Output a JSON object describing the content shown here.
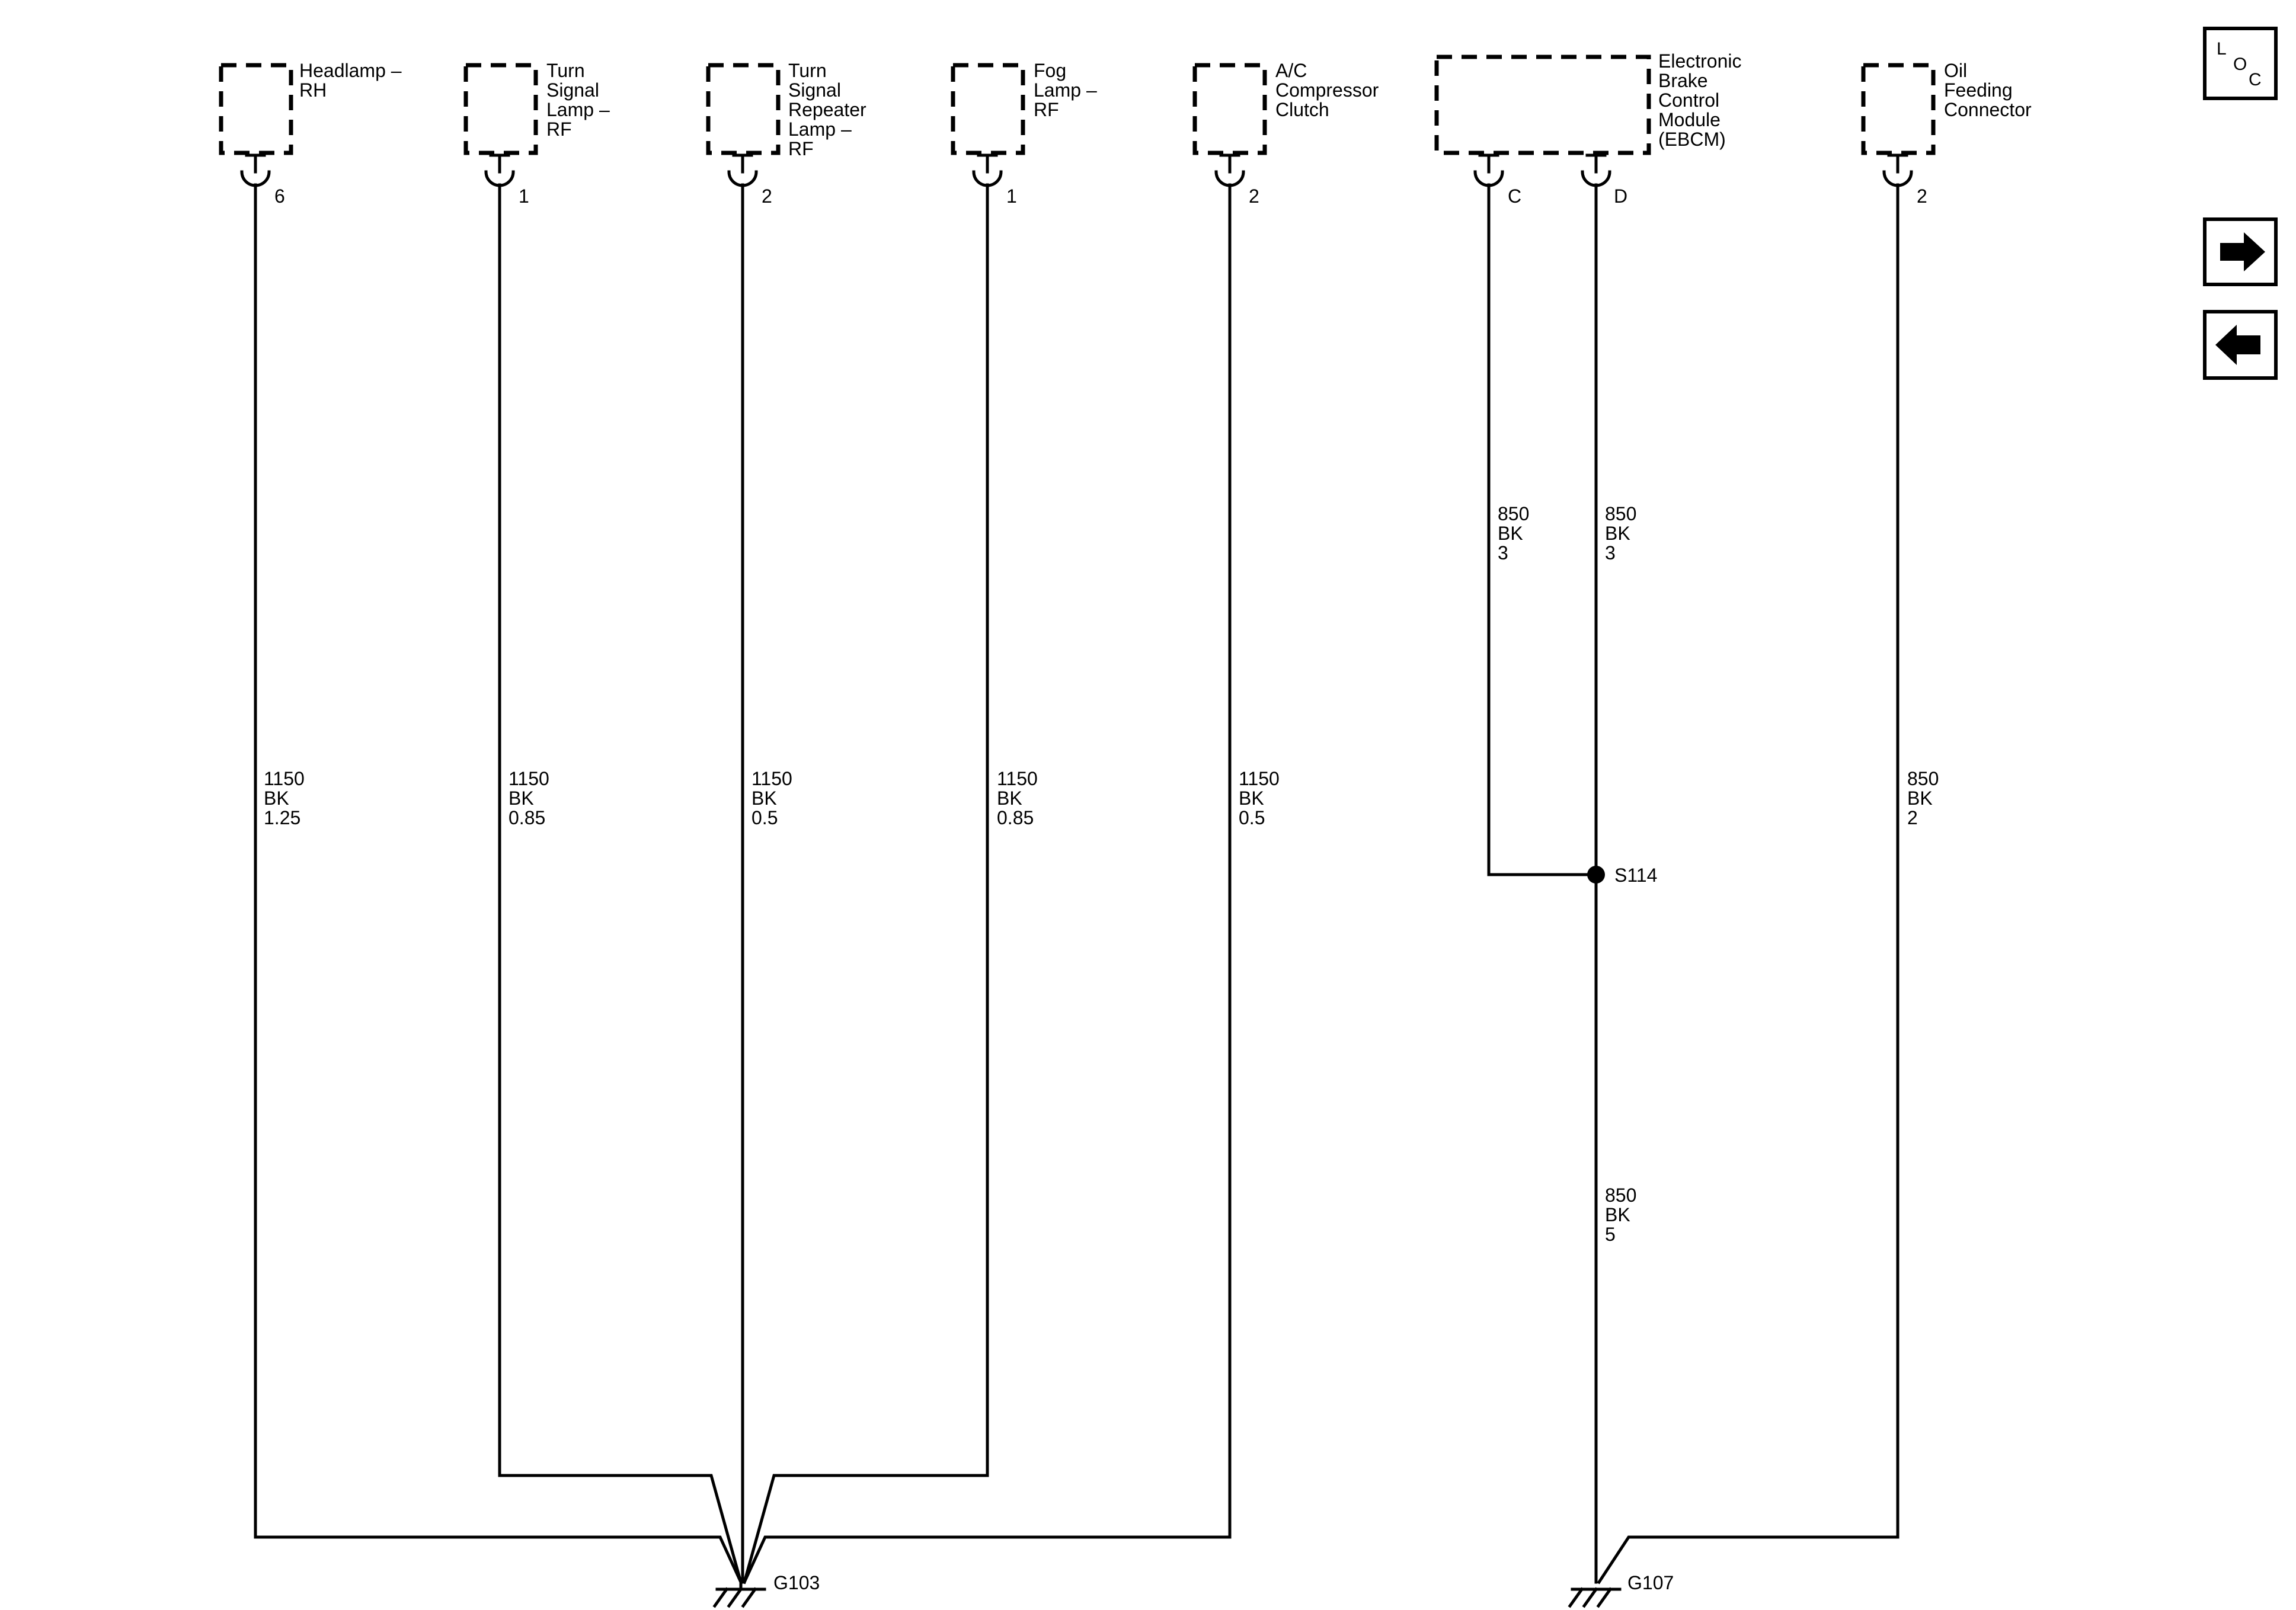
{
  "components": [
    {
      "lines": [
        "Headlamp –",
        "RH"
      ],
      "pin": "6",
      "wire": [
        "1150",
        "BK",
        "1.25"
      ]
    },
    {
      "lines": [
        "Turn",
        "Signal",
        "Lamp –",
        "RF"
      ],
      "pin": "1",
      "wire": [
        "1150",
        "BK",
        "0.85"
      ]
    },
    {
      "lines": [
        "Turn",
        "Signal",
        "Repeater",
        "Lamp –",
        "RF"
      ],
      "pin": "2",
      "wire": [
        "1150",
        "BK",
        "0.5"
      ]
    },
    {
      "lines": [
        "Fog",
        "Lamp –",
        "RF"
      ],
      "pin": "1",
      "wire": [
        "1150",
        "BK",
        "0.85"
      ]
    },
    {
      "lines": [
        "A/C",
        "Compressor",
        "Clutch"
      ],
      "pin": "2",
      "wire": [
        "1150",
        "BK",
        "0.5"
      ]
    },
    {
      "lines": [
        "Electronic",
        "Brake",
        "Control",
        "Module",
        "(EBCM)"
      ]
    },
    {
      "lines": [
        "Oil",
        "Feeding",
        "Connector"
      ],
      "pin": "2",
      "wire": [
        "850",
        "BK",
        "2"
      ]
    }
  ],
  "ebcm_pins": [
    {
      "pin": "C",
      "wire": [
        "850",
        "BK",
        "3"
      ]
    },
    {
      "pin": "D",
      "wire": [
        "850",
        "BK",
        "3"
      ]
    }
  ],
  "splice": {
    "label": "S114",
    "wire_below": [
      "850",
      "BK",
      "5"
    ]
  },
  "grounds": [
    {
      "label": "G103"
    },
    {
      "label": "G107"
    }
  ],
  "loc_button": {
    "letters": [
      "L",
      "O",
      "C"
    ]
  },
  "nav": {
    "forward_icon": "arrow-right-icon",
    "back_icon": "arrow-left-icon"
  }
}
